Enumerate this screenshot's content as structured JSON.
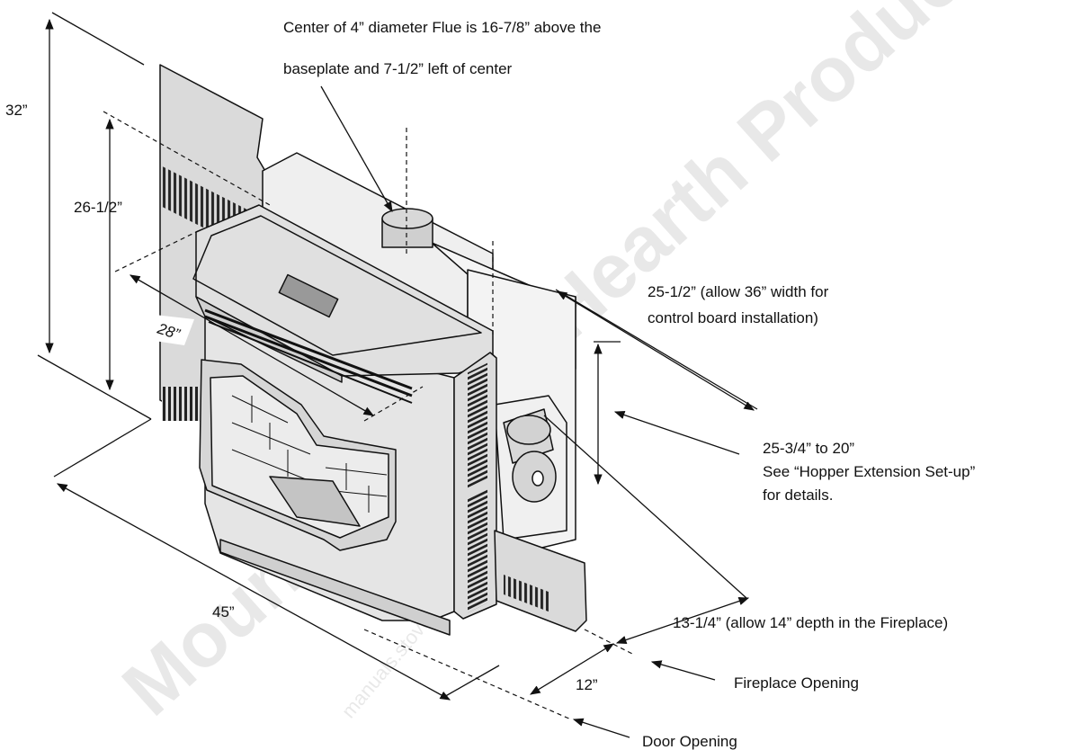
{
  "diagram": {
    "notes": {
      "flue_line1": "Center of 4” diameter Flue is 16-7/8” above the",
      "flue_line2": "baseplate and 7-1/2” left of center"
    },
    "dimensions": {
      "overall_height": "32”",
      "height_inner": "26-1/2”",
      "depth_diag": "28”",
      "width_line1": "25-1/2” (allow 36” width for",
      "width_line2": "control board installation)",
      "hopper_line1": "25-3/4” to 20”",
      "hopper_line2": "See “Hopper Extension Set-up”",
      "hopper_line3": "for details.",
      "front_width": "45”",
      "depth_fireplace": "13-1/4” (allow 14” depth in the Fireplace)",
      "depth_front": "12”"
    },
    "callouts": {
      "fireplace_opening": "Fireplace Opening",
      "door_opening": "Door Opening"
    },
    "watermarks": {
      "main": "Mountain View Hearth Products",
      "secondary": "manuals.stove-parts-unlimited.com"
    }
  }
}
